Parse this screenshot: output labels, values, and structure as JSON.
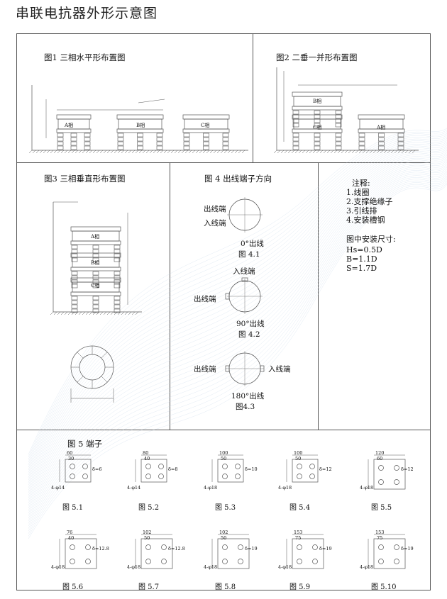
{
  "title": "串联电抗器外形示意图",
  "sections": {
    "fig1": "图1 三相水平形布置图",
    "fig2": "图2 二垂一并形布置图",
    "fig3": "图3 三相垂直形布置图",
    "fig4": "图 4 出线端子方向",
    "fig5": "图 5 端子"
  },
  "phase_labels": {
    "a": "A相",
    "b": "B相",
    "c": "C相"
  },
  "terminal_labels": {
    "out": "出线端",
    "in": "入线端"
  },
  "fig4_items": [
    {
      "angle": "0°出线",
      "caption": "图 4.1"
    },
    {
      "angle": "90°出线",
      "caption": "图 4.2"
    },
    {
      "angle": "180°出线",
      "caption": "图4.3"
    }
  ],
  "notes": {
    "heading": "注释:",
    "items": [
      "1.线圈",
      "2.支撑绝缘子",
      "3.引线排",
      "4.安装槽钢"
    ],
    "size_heading": "图中安装尺寸:",
    "sizes": [
      "Hs=0.5D",
      "B=1.1D",
      "S=1.7D"
    ]
  },
  "terminals": [
    {
      "caption": "图 5.1",
      "width": "60",
      "pitch": "30",
      "thickness": "δ=6",
      "holes": "4-φ14"
    },
    {
      "caption": "图 5.2",
      "width": "80",
      "pitch": "40",
      "thickness": "δ=8",
      "holes": "4-φ14"
    },
    {
      "caption": "图 5.3",
      "width": "100",
      "pitch": "50",
      "thickness": "δ=10",
      "holes": "4-φ18"
    },
    {
      "caption": "图 5.4",
      "width": "100",
      "pitch": "50",
      "thickness": "δ=12",
      "holes": "4-φ18"
    },
    {
      "caption": "图 5.5",
      "width": "120",
      "pitch": "60",
      "thickness": "δ=12",
      "holes": "4-φ18"
    },
    {
      "caption": "图 5.6",
      "width": "76",
      "pitch": "40",
      "thickness": "δ=12.8",
      "holes": "4-φ18"
    },
    {
      "caption": "图 5.7",
      "width": "102",
      "pitch": "50",
      "thickness": "δ=12.8",
      "holes": "4-φ18"
    },
    {
      "caption": "图 5.8",
      "width": "102",
      "pitch": "50",
      "thickness": "δ=19",
      "holes": "4-φ18"
    },
    {
      "caption": "图 5.9",
      "width": "153",
      "pitch": "75",
      "thickness": "δ=19",
      "holes": "4-φ18"
    },
    {
      "caption": "图 5.10",
      "width": "153",
      "pitch": "75",
      "thickness": "δ=19",
      "holes": "4-φ18"
    }
  ],
  "colors": {
    "line": "#555555",
    "wave": "#c9d8ea"
  }
}
